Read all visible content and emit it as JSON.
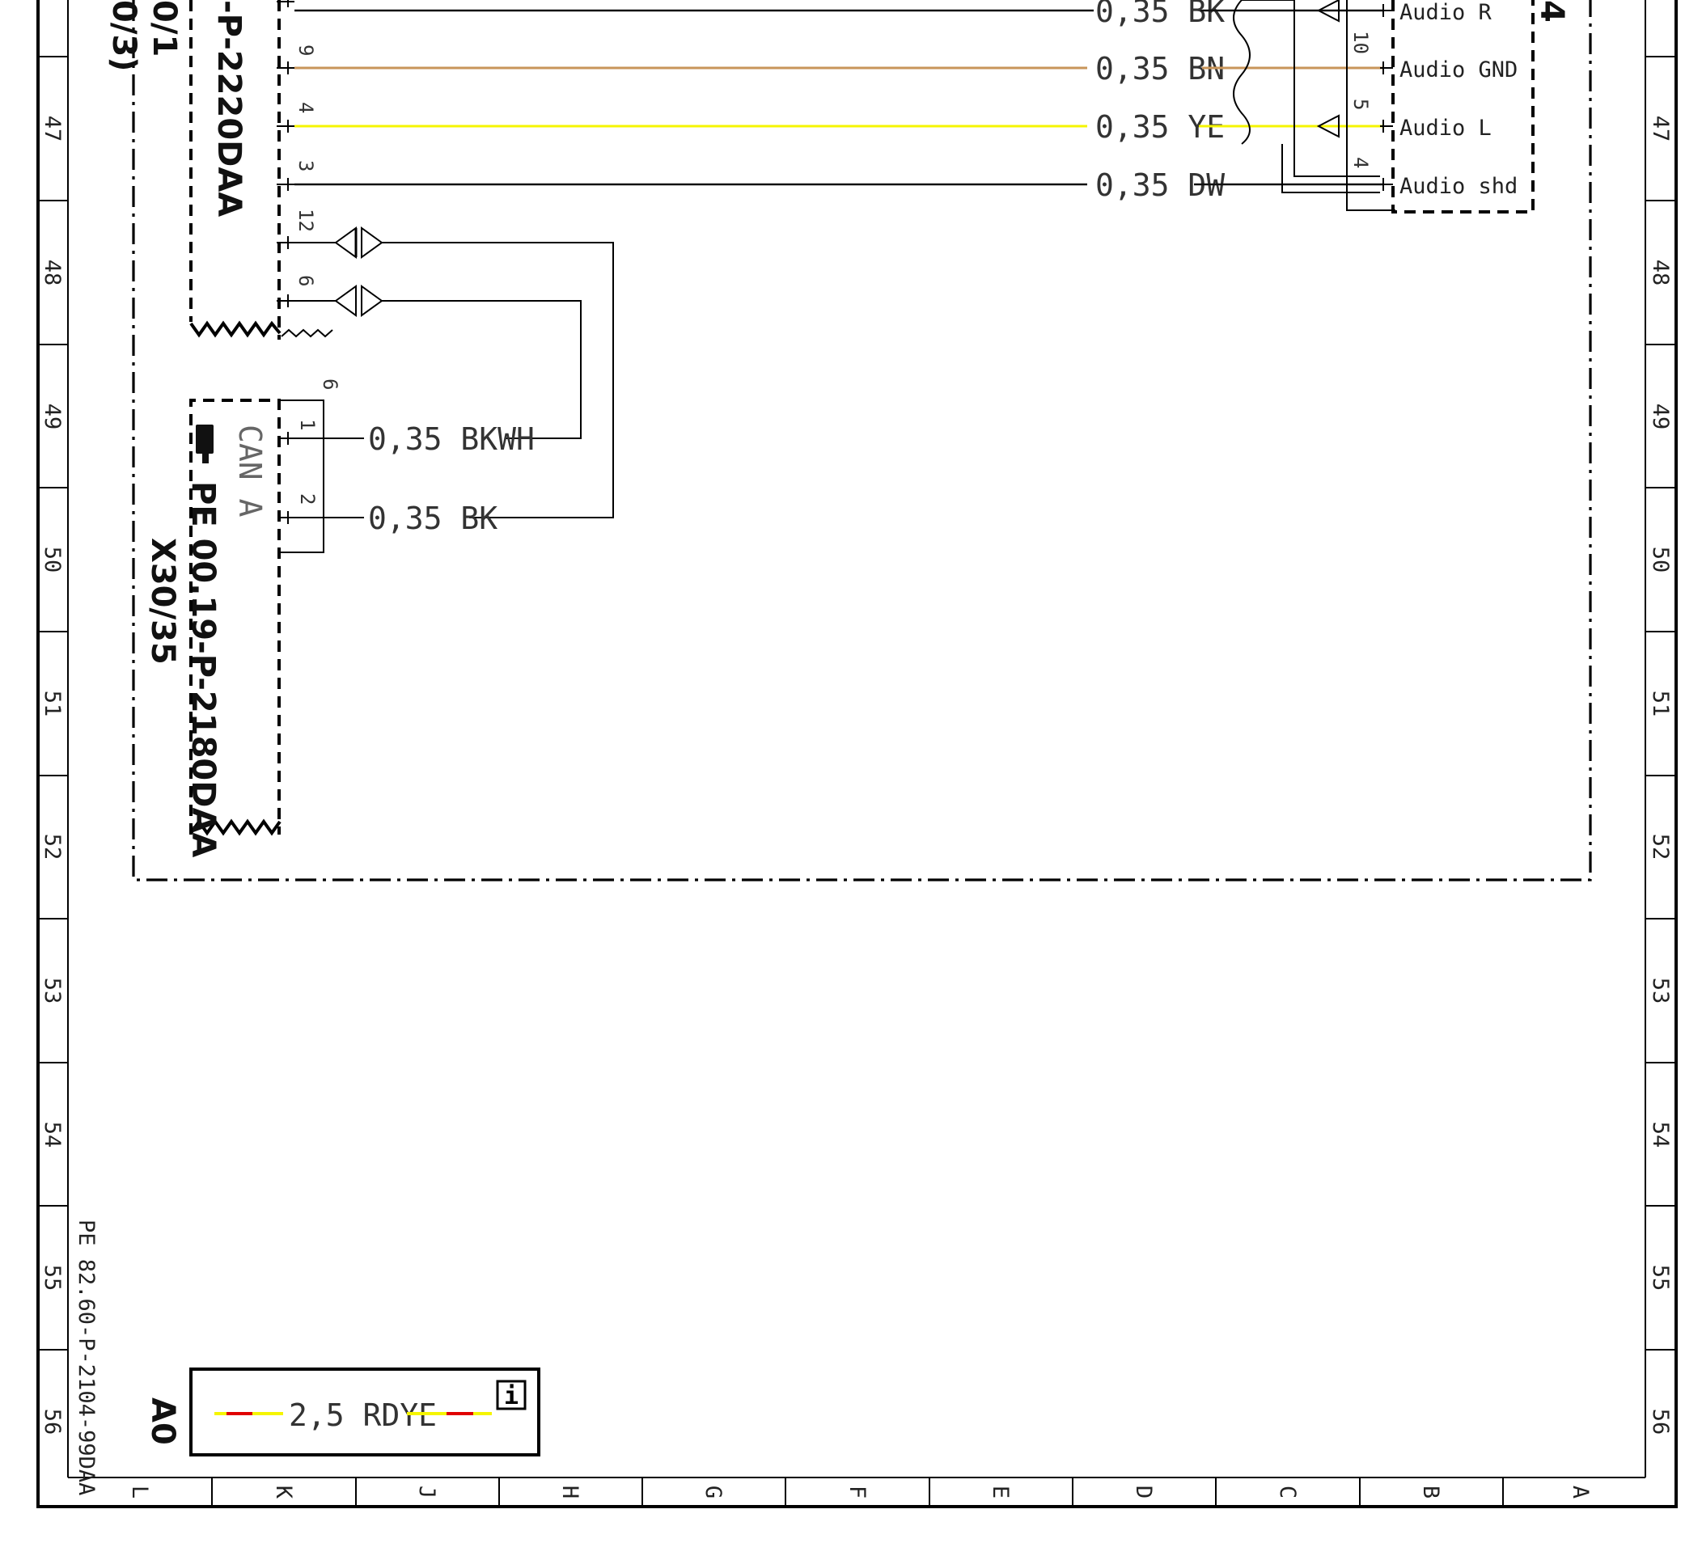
{
  "row_labels": [
    "47",
    "48",
    "49",
    "50",
    "51",
    "52",
    "53",
    "54",
    "55",
    "56"
  ],
  "column_labels": [
    "L",
    "K",
    "J",
    "H",
    "G",
    "F",
    "E",
    "D",
    "C",
    "B",
    "A"
  ],
  "document_id": "PE 82.60-P-2104-99DAA",
  "legend": {
    "code": "A0",
    "wire_label": "2,5 RDYE",
    "info_icon": "info-icon"
  },
  "connector_top": {
    "label": "-P-2220DAA",
    "ref_partial_1": "0/1",
    "ref_partial_2": "0/3)",
    "pins": [
      "9",
      "4",
      "3",
      "12",
      "6"
    ]
  },
  "connector_can": {
    "label": "CAN A",
    "ref": "PE 00.19-P-2180DAA",
    "id": "X30/35",
    "pins": [
      "1",
      "2"
    ],
    "shield_pin": "6",
    "icon": "pointing-hand-icon"
  },
  "wires": [
    {
      "label": "0,35 BK",
      "color": "#111111"
    },
    {
      "label": "0,35 BN",
      "color": "#c8955a"
    },
    {
      "label": "0,35 YE",
      "color": "#f5f500"
    },
    {
      "label": "0,35 DW",
      "color": "#111111"
    }
  ],
  "can_wires": [
    {
      "label": "0,35 BKWH"
    },
    {
      "label": "0,35 BK"
    }
  ],
  "right_module": {
    "ref_partial": "4",
    "pins": [
      "10",
      "5",
      "4"
    ],
    "signals": [
      "Audio R",
      "Audio GND",
      "Audio L",
      "Audio shd"
    ]
  },
  "colors": {
    "red": "#e00000",
    "yellow": "#f5f500",
    "brown": "#c8955a"
  }
}
